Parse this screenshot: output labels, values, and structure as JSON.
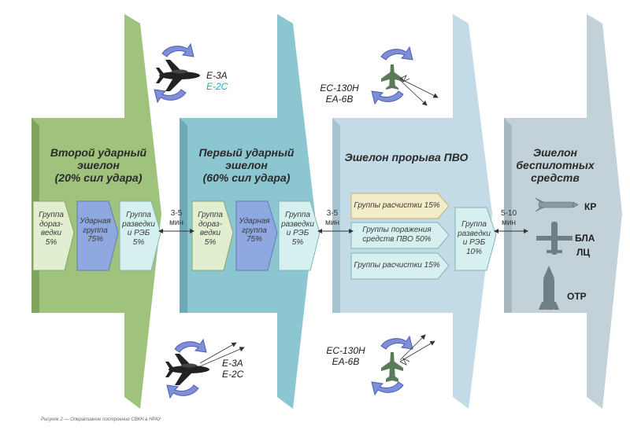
{
  "echelons": [
    {
      "title_lines": [
        "Второй ударный",
        "эшелон",
        "(20% сил удара)"
      ]
    },
    {
      "title_lines": [
        "Первый ударный",
        "эшелон",
        "(60% сил удара)"
      ]
    },
    {
      "title_lines": [
        "Эшелон прорыва ПВО"
      ]
    },
    {
      "title_lines": [
        "Эшелон",
        "беспилотных",
        "средств"
      ]
    }
  ],
  "second_groups": [
    {
      "lines": [
        "Группа",
        "дораз-",
        "ведки",
        "5%"
      ]
    },
    {
      "lines": [
        "Ударная",
        "группа",
        "75%"
      ]
    },
    {
      "lines": [
        "Группа",
        "разведки",
        "и РЭБ",
        "5%"
      ]
    }
  ],
  "first_groups": [
    {
      "lines": [
        "Группа",
        "дораз-",
        "ведки",
        "5%"
      ]
    },
    {
      "lines": [
        "Ударная",
        "группа",
        "75%"
      ]
    },
    {
      "lines": [
        "Группа",
        "разведки",
        "и РЭБ",
        "5%"
      ]
    }
  ],
  "breach_groups": [
    {
      "lines": [
        "Группы расчистки 15%"
      ]
    },
    {
      "lines": [
        "Группы поражения",
        "средств ПВО 50%"
      ]
    },
    {
      "lines": [
        "Группы расчистки 15%"
      ]
    }
  ],
  "breach_recon": {
    "lines": [
      "Группа",
      "разведки",
      "и РЭБ",
      "10%"
    ]
  },
  "intervals": [
    {
      "value": "3-5",
      "unit": "мин"
    },
    {
      "value": "3-5",
      "unit": "мин"
    },
    {
      "value": "5-10",
      "unit": "мин"
    }
  ],
  "aircraft_labels": {
    "awacs_top": [
      "Е-3А",
      "Е-2С"
    ],
    "ew_top": [
      "ЕС-130Н",
      "ЕА-6В"
    ],
    "awacs_bottom": [
      "Е-3А",
      "Е-2С"
    ],
    "ew_bottom": [
      "ЕС-130Н",
      "ЕА-6В"
    ]
  },
  "unmanned_items": [
    "КР",
    "БЛА",
    "ЛЦ",
    "ОТР"
  ],
  "caption": "Рисунок 2 — Оперативное построение СВКН в НРАУ",
  "colors": {
    "green": "#9fc27c",
    "green_dark": "#6f9a52",
    "teal": "#8cc7d1",
    "teal_dark": "#5a95a3",
    "lightblue": "#c2dbe6",
    "lightblue_dark": "#8fb0bd",
    "grey": "#c3d2d8",
    "grey_dark": "#7e9097",
    "box_light": "#e2eed0",
    "box_blue": "#8fa9e0",
    "box_cyan": "#d6f0f0",
    "box_cream": "#f3ecc8",
    "rot_arrow": "#7e8fd8",
    "airplane": "#222222",
    "fighter": "#5a7a58"
  }
}
